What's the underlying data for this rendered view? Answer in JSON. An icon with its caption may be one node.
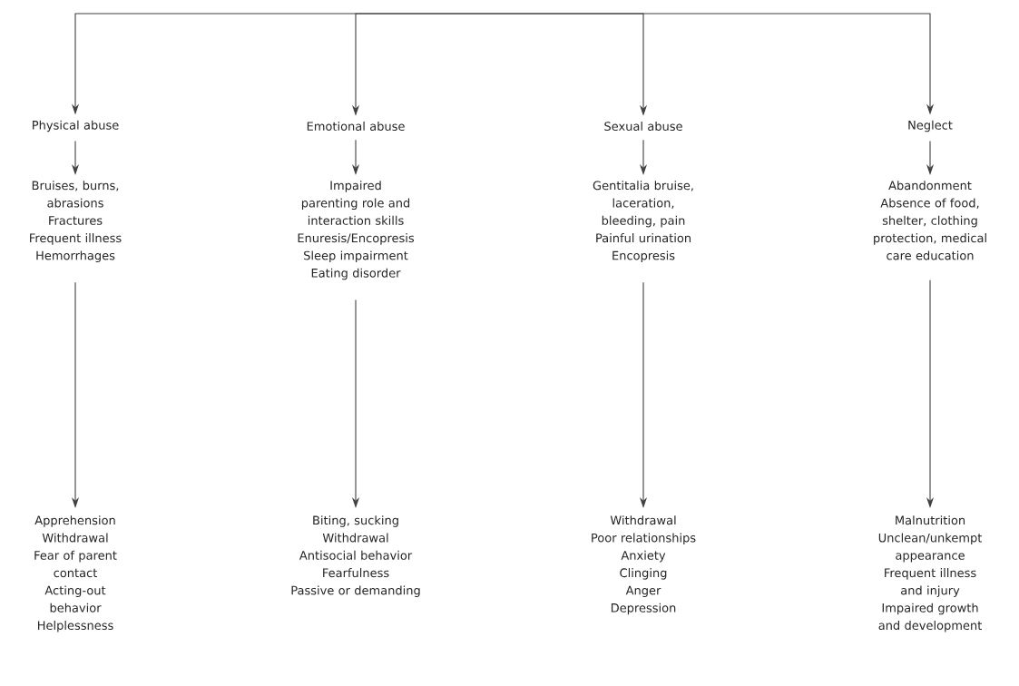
{
  "diagram": {
    "nodes": [
      {
        "text": [
          "Physical abuse"
        ]
      },
      {
        "text": [
          "Emotional abuse"
        ]
      },
      {
        "text": [
          "Sexual abuse"
        ]
      },
      {
        "text": [
          "Neglect"
        ]
      },
      {
        "text": [
          "Bruises, burns, abrasions",
          "Fractures",
          "Frequent illness",
          "Hemorrhages"
        ]
      },
      {
        "text": [
          "Impaired parenting role and interaction skills",
          "Enuresis/Encopresis",
          "Sleep impairment",
          "Eating disorder"
        ]
      },
      {
        "text": [
          "Gentitalia bruise, laceration, bleeding, pain",
          "Painful urination",
          "Encopresis"
        ]
      },
      {
        "text": [
          "Abandonment",
          "Absence of food, shelter, clothing protection, medical care education"
        ]
      },
      {
        "text": [
          "Apprehension",
          "Withdrawal",
          "Fear of parent contact",
          "Acting-out behavior",
          "Helplessness"
        ]
      },
      {
        "text": [
          "Biting, sucking",
          "Withdrawal",
          "Antisocial behavior",
          "Fearfulness",
          "Passive or demanding"
        ]
      },
      {
        "text": [
          "Withdrawal",
          "Poor relationships",
          "Anxiety",
          "Clinging",
          "Anger",
          "Depression"
        ]
      },
      {
        "text": [
          "Malnutrition",
          "Unclean/unkempt appearance",
          "Frequent illness and injury",
          "Impaired growth and development"
        ]
      }
    ],
    "edges": [
      {
        "from": null,
        "to": 0,
        "arrow": "to"
      },
      {
        "from": null,
        "to": 1,
        "arrow": "to"
      },
      {
        "from": null,
        "to": 2,
        "arrow": "to"
      },
      {
        "from": null,
        "to": 3,
        "arrow": "to"
      },
      {
        "from": 0,
        "to": 4,
        "arrow": "to"
      },
      {
        "from": 1,
        "to": 5,
        "arrow": "to"
      },
      {
        "from": 2,
        "to": 6,
        "arrow": "to"
      },
      {
        "from": 3,
        "to": 7,
        "arrow": "to"
      },
      {
        "from": 4,
        "to": 8,
        "arrow": "to"
      },
      {
        "from": 5,
        "to": 9,
        "arrow": "to"
      },
      {
        "from": 6,
        "to": 10,
        "arrow": "to"
      },
      {
        "from": 7,
        "to": 11,
        "arrow": "to"
      }
    ]
  }
}
